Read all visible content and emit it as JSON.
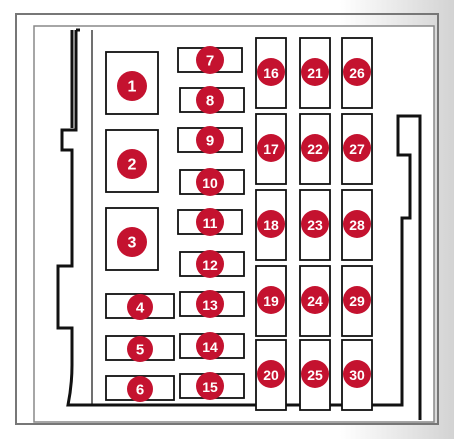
{
  "diagram": {
    "title": "",
    "large_fuses": [
      "1",
      "2",
      "3"
    ],
    "small_fuses_left": [
      "4",
      "5",
      "6"
    ],
    "small_fuses_middle": [
      "7",
      "8",
      "9",
      "10",
      "11",
      "12",
      "13",
      "14",
      "15"
    ],
    "fuse_columns": [
      [
        "16",
        "17",
        "18",
        "19",
        "20"
      ],
      [
        "21",
        "22",
        "23",
        "24",
        "25"
      ],
      [
        "26",
        "27",
        "28",
        "29",
        "30"
      ]
    ],
    "colors": {
      "badge": "#c4122f",
      "badge_text": "#ffffff",
      "outline": "#111111",
      "background": "#ffffff",
      "shadow_gray": "#d9d9d9"
    }
  }
}
